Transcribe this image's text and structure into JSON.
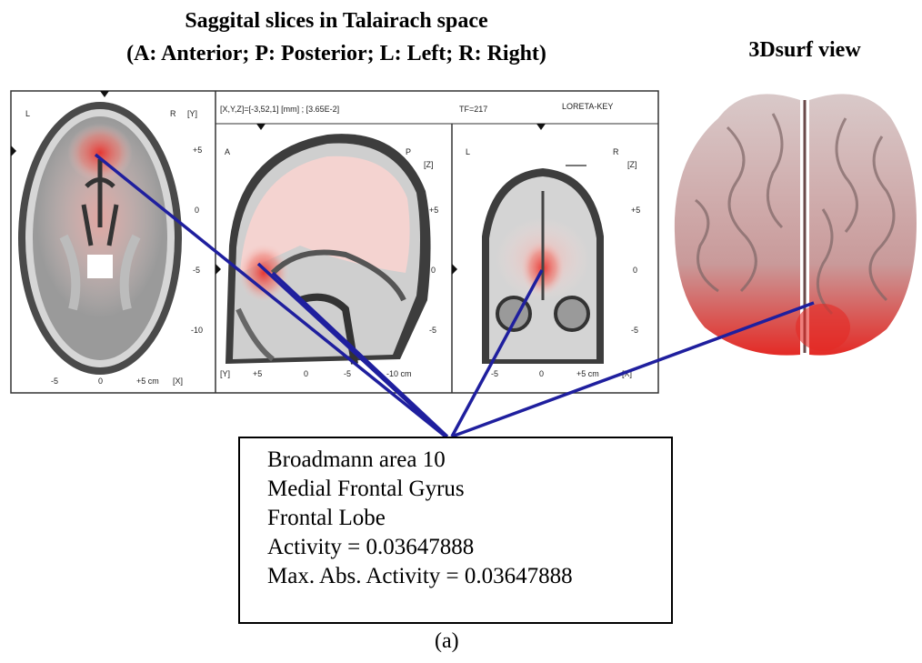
{
  "title_line1": "Saggital slices in Talairach space",
  "title_line2": "(A: Anterior; P: Posterior; L: Left; R: Right)",
  "surf_title": "3Dsurf view",
  "viewer": {
    "coord_text": "[X,Y,Z]=[-3,52,1] [mm] ; [3.65E-2]",
    "tf_text": "TF=217",
    "brand_text": "LORETA-KEY",
    "panel1": {
      "left": "L",
      "right": "R",
      "axis": "[Y]",
      "ticks_y": [
        "+5",
        "0",
        "-5",
        "-10"
      ],
      "ticks_x": [
        "-5",
        "0",
        "+5 cm",
        "[X]"
      ]
    },
    "panel2": {
      "left": "A",
      "right": "P",
      "axis": "[Z]",
      "ticks_y": [
        "+5",
        "0",
        "-5"
      ],
      "ticks_x": [
        "[Y]",
        "+5",
        "0",
        "-5",
        "-10 cm"
      ]
    },
    "panel3": {
      "left": "L",
      "right": "R",
      "axis": "[Z]",
      "ticks_y": [
        "+5",
        "0",
        "-5"
      ],
      "ticks_x": [
        "-5",
        "0",
        "+5 cm",
        "[X]"
      ]
    }
  },
  "info": {
    "line1": "Broadmann area 10",
    "line2": "Medial Frontal Gyrus",
    "line3": "Frontal Lobe",
    "line4": "Activity = 0.03647888",
    "line5": "Max. Abs. Activity = 0.03647888"
  },
  "caption": "(a)",
  "colors": {
    "connector": "#1f1f9e",
    "activation": "#e8302c",
    "brain_gray": "#8c8c8c"
  }
}
